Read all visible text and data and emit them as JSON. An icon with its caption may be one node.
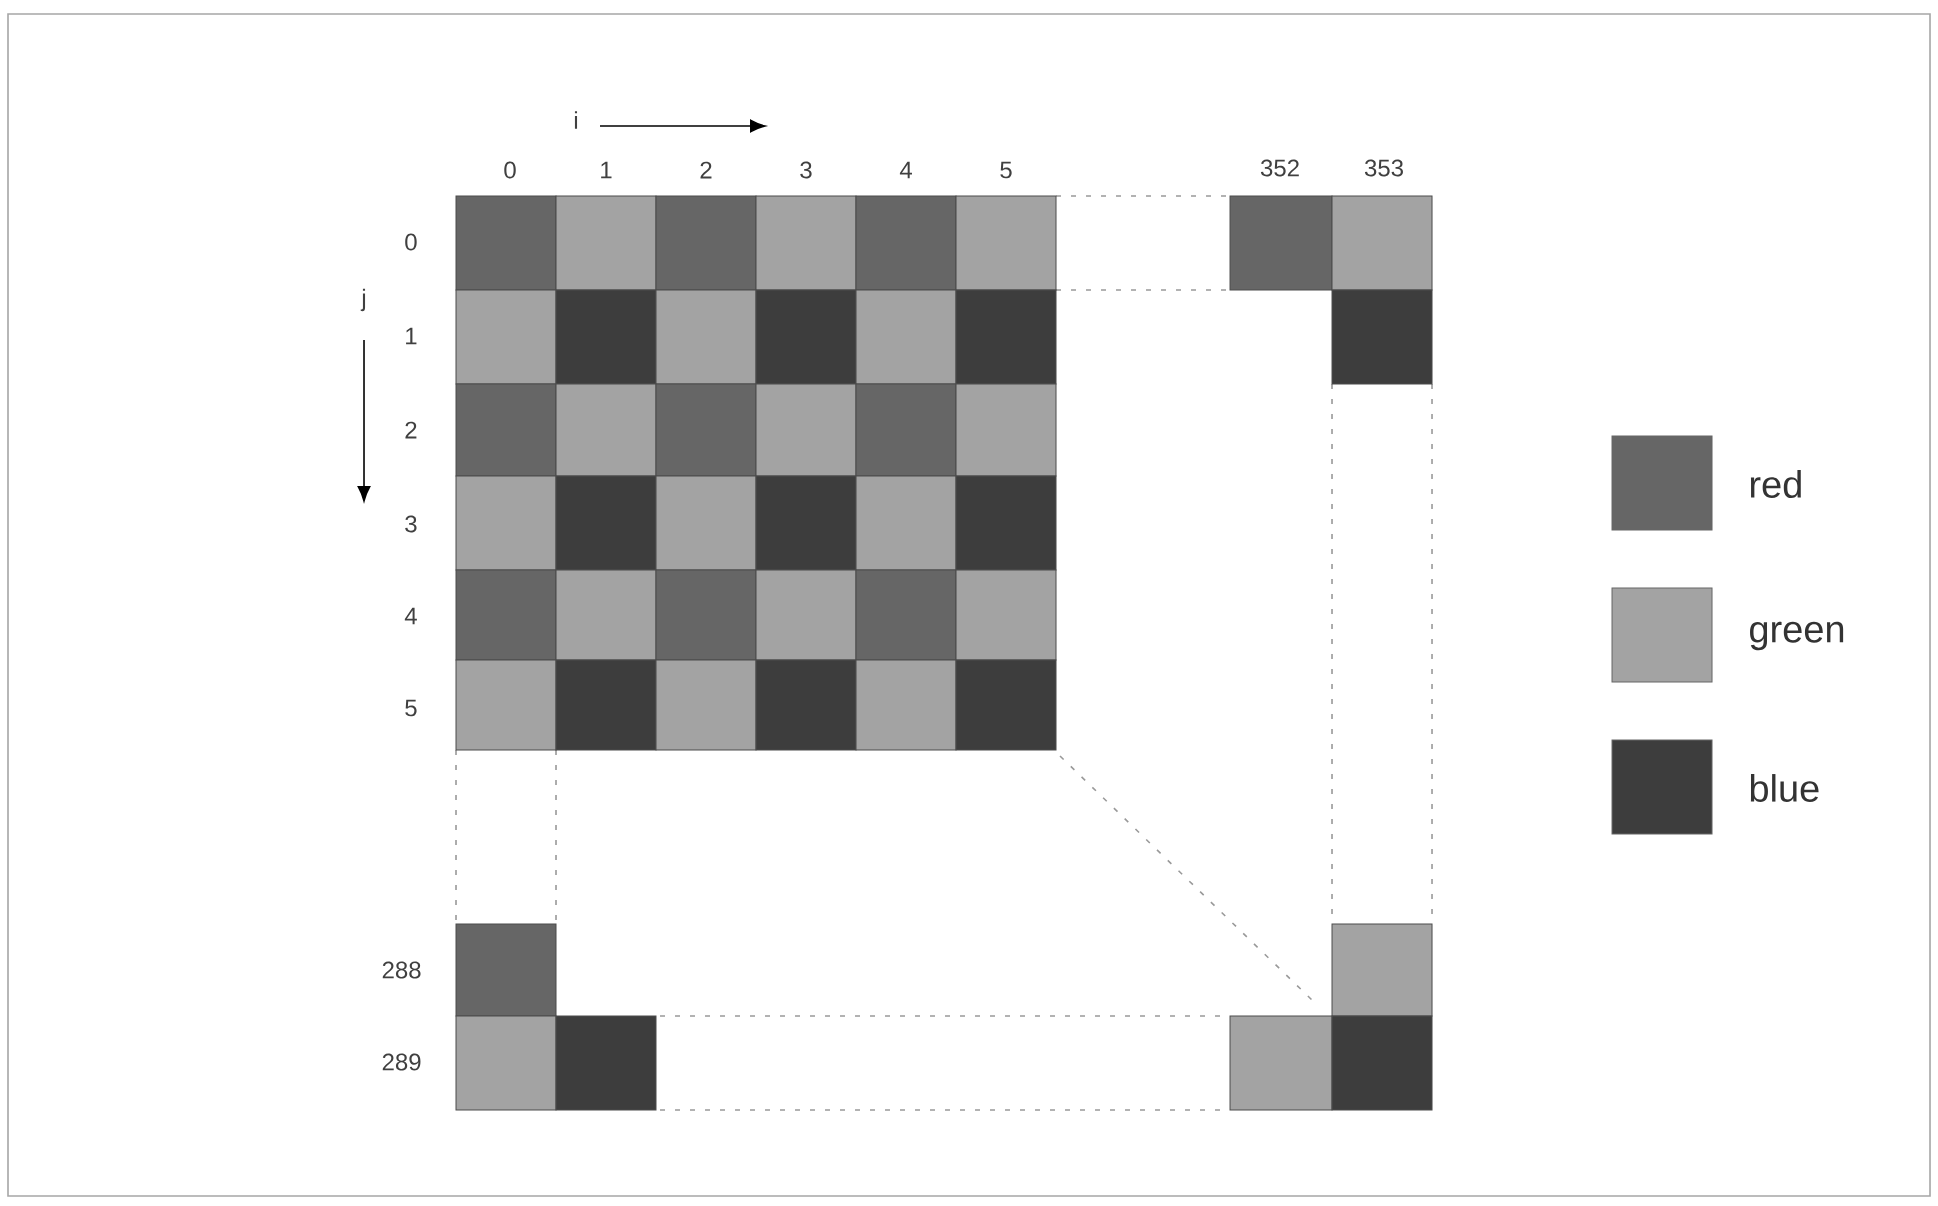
{
  "diagram": {
    "labels": [
      "i",
      "0",
      "1",
      "2",
      "3",
      "4",
      "5",
      "352",
      "353",
      "j",
      "0",
      "1",
      "2",
      "3",
      "4",
      "5",
      "288",
      "289"
    ],
    "legend": [
      {
        "text": "red",
        "color": "#666666"
      },
      {
        "text": "green",
        "color": "#a3a3a3"
      },
      {
        "text": "blue",
        "color": "#3d3d3d"
      }
    ]
  }
}
